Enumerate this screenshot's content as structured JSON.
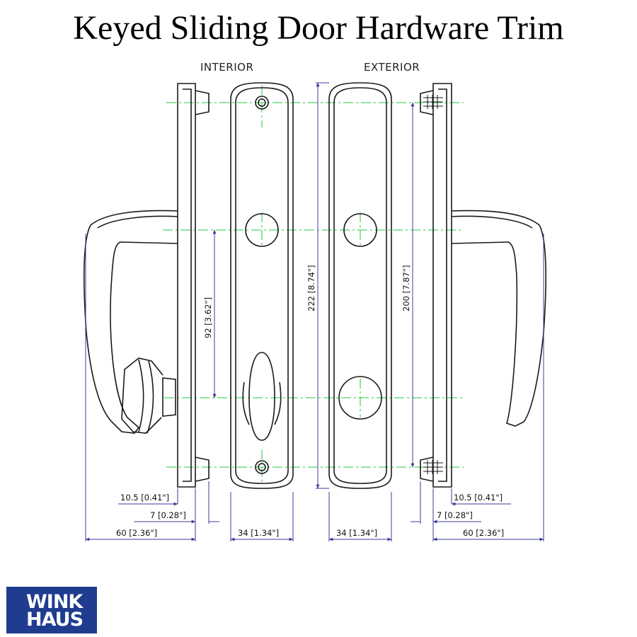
{
  "title": "Keyed Sliding Door Hardware Trim",
  "views": {
    "interior": "INTERIOR",
    "exterior": "EXTERIOR"
  },
  "dimensions": {
    "left_offset_a": "10.5 [0.41\"]",
    "left_offset_b": "7 [0.28\"]",
    "left_projection": "60 [2.36\"]",
    "interior_width": "34 [1.34\"]",
    "interior_spacing": "92 [3.62\"]",
    "exterior_width": "34 [1.34\"]",
    "exterior_height": "222 [8.74\"]",
    "exterior_hole_spacing": "200 [7.87\"]",
    "right_offset_a": "10.5 [0.41\"]",
    "right_offset_b": "7 [0.28\"]",
    "right_projection": "60 [2.36\"]"
  },
  "logo": {
    "line1": "WINK",
    "line2": "HAUS"
  },
  "colors": {
    "outline": "#1a1a1a",
    "dimension_line": "#3b3c9c",
    "center_line": "#22c838",
    "brand": "#1f3c8f"
  }
}
